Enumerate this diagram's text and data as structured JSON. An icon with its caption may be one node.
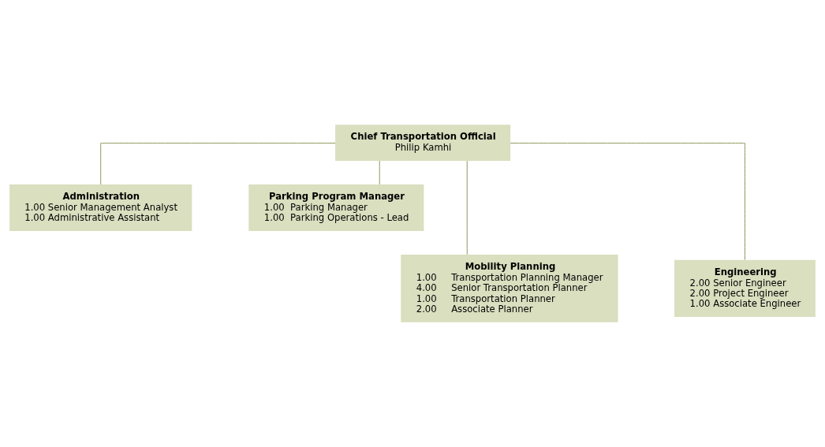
{
  "diagram": {
    "nodes": [
      {
        "text": [
          "Chief Transportation Official",
          "Philip Kamhi"
        ]
      },
      {
        "text": [
          "Administration",
          "1.00 Senior Management Analyst",
          "1.00 Administrative Assistant"
        ]
      },
      {
        "text": [
          "Parking Program Manager",
          "1.00  Parking Manager",
          "1.00  Parking Operations - Lead"
        ]
      },
      {
        "text": [
          "Mobility Planning",
          "1.00     Transportation Planning Manager",
          "4.00     Senior Transportation Planner",
          "1.00     Transportation Planner",
          "2.00     Associate Planner"
        ]
      },
      {
        "text": [
          "Engineering",
          "2.00 Senior Engineer",
          "2.00 Project Engineer",
          "1.00 Associate Engineer"
        ]
      }
    ],
    "edges": [
      {
        "from": 0,
        "to": 1,
        "arrow": "none"
      },
      {
        "from": 0,
        "to": 2,
        "arrow": "none"
      },
      {
        "from": 0,
        "to": 3,
        "arrow": "none"
      },
      {
        "from": 0,
        "to": 4,
        "arrow": "none"
      }
    ]
  }
}
